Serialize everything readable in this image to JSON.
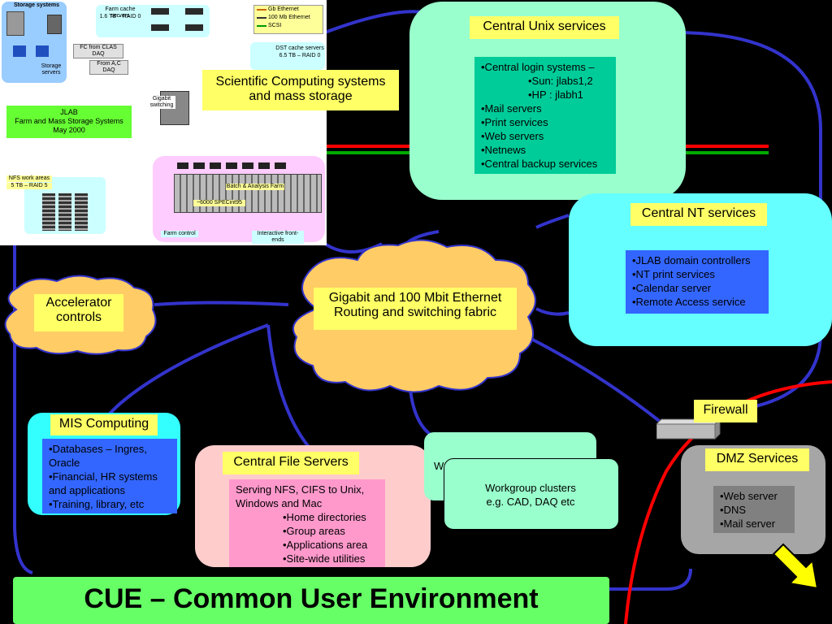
{
  "inset": {
    "storage_systems": "Storage systems",
    "farm_cache_title": "Farm cache servers",
    "farm_cache_spec": "1.6 TB – RAID 0",
    "legend": [
      "Gb Ethernet",
      "100 Mb Ethernet",
      "SCSI"
    ],
    "fc_from_clas": "FC from CLAS DAQ",
    "from_ac_daq": "From A,C DAQ",
    "storage_servers": "Storage servers",
    "dst_cache_title": "DST cache servers",
    "dst_cache_spec": "6.5 TB – RAID 0",
    "gigabit_switching": "Gigabit switching",
    "jlab_line1": "JLAB",
    "jlab_line2": "Farm and Mass Storage Systems",
    "jlab_line3": "May 2000",
    "nfs_title": "NFS work areas",
    "nfs_spec": "5 TB – RAID 5",
    "batch_farm": "Batch & Analysis Farm",
    "specint": "~6000 SPECint95",
    "farm_control": "Farm control",
    "interactive": "Interactive front-ends"
  },
  "scientific": {
    "line1": "Scientific Computing systems",
    "line2": "and mass storage"
  },
  "unix": {
    "title": "Central Unix services",
    "items": [
      "•Central login systems –",
      "•Sun: jlabs1,2",
      "•HP : jlabh1",
      "•Mail servers",
      "•Print services",
      "•Web servers",
      "•Netnews",
      "•Central backup services"
    ]
  },
  "nt": {
    "title": "Central NT services",
    "items": [
      "•JLAB domain controllers",
      "•NT print services",
      "•Calendar server",
      "•Remote Access service"
    ]
  },
  "ethernet": {
    "line1": "Gigabit and 100 Mbit Ethernet",
    "line2": "Routing and switching fabric"
  },
  "accelerator": {
    "line1": "Accelerator",
    "line2": "controls"
  },
  "mis": {
    "title": "MIS Computing",
    "items": [
      "•Databases – Ingres, Oracle",
      "•Financial, HR systems and applications",
      "•Training, library, etc"
    ]
  },
  "file_servers": {
    "title": "Central File Servers",
    "intro": "Serving NFS, CIFS to Unix, Windows and Mac",
    "items": [
      "•Home directories",
      "•Group areas",
      "•Applications area",
      "•Site-wide utilities"
    ]
  },
  "workgroup": {
    "back_text": "W",
    "line1": "Workgroup clusters",
    "line2": "e.g. CAD, DAQ etc"
  },
  "firewall": {
    "label": "Firewall"
  },
  "dmz": {
    "title": "DMZ Services",
    "items": [
      "•Web server",
      "•DNS",
      "•Mail server"
    ]
  },
  "banner": {
    "title": "CUE – Common User Environment"
  },
  "colors": {
    "background": "#000000",
    "label_yellow": "#ffff66",
    "unix_panel": "#99ffcc",
    "unix_list": "#00cc99",
    "nt_panel": "#66ffff",
    "nt_list": "#3366ff",
    "cloud": "#ffcc66",
    "mis_panel": "#33ffff",
    "file_panel": "#ffcccc",
    "file_list": "#ff99cc",
    "dmz_panel": "#a6a6a6",
    "dmz_list": "#808080",
    "banner": "#66ff66",
    "wire_blue": "#3333cc",
    "wire_red": "#ff0000",
    "wire_green": "#00aa00"
  }
}
